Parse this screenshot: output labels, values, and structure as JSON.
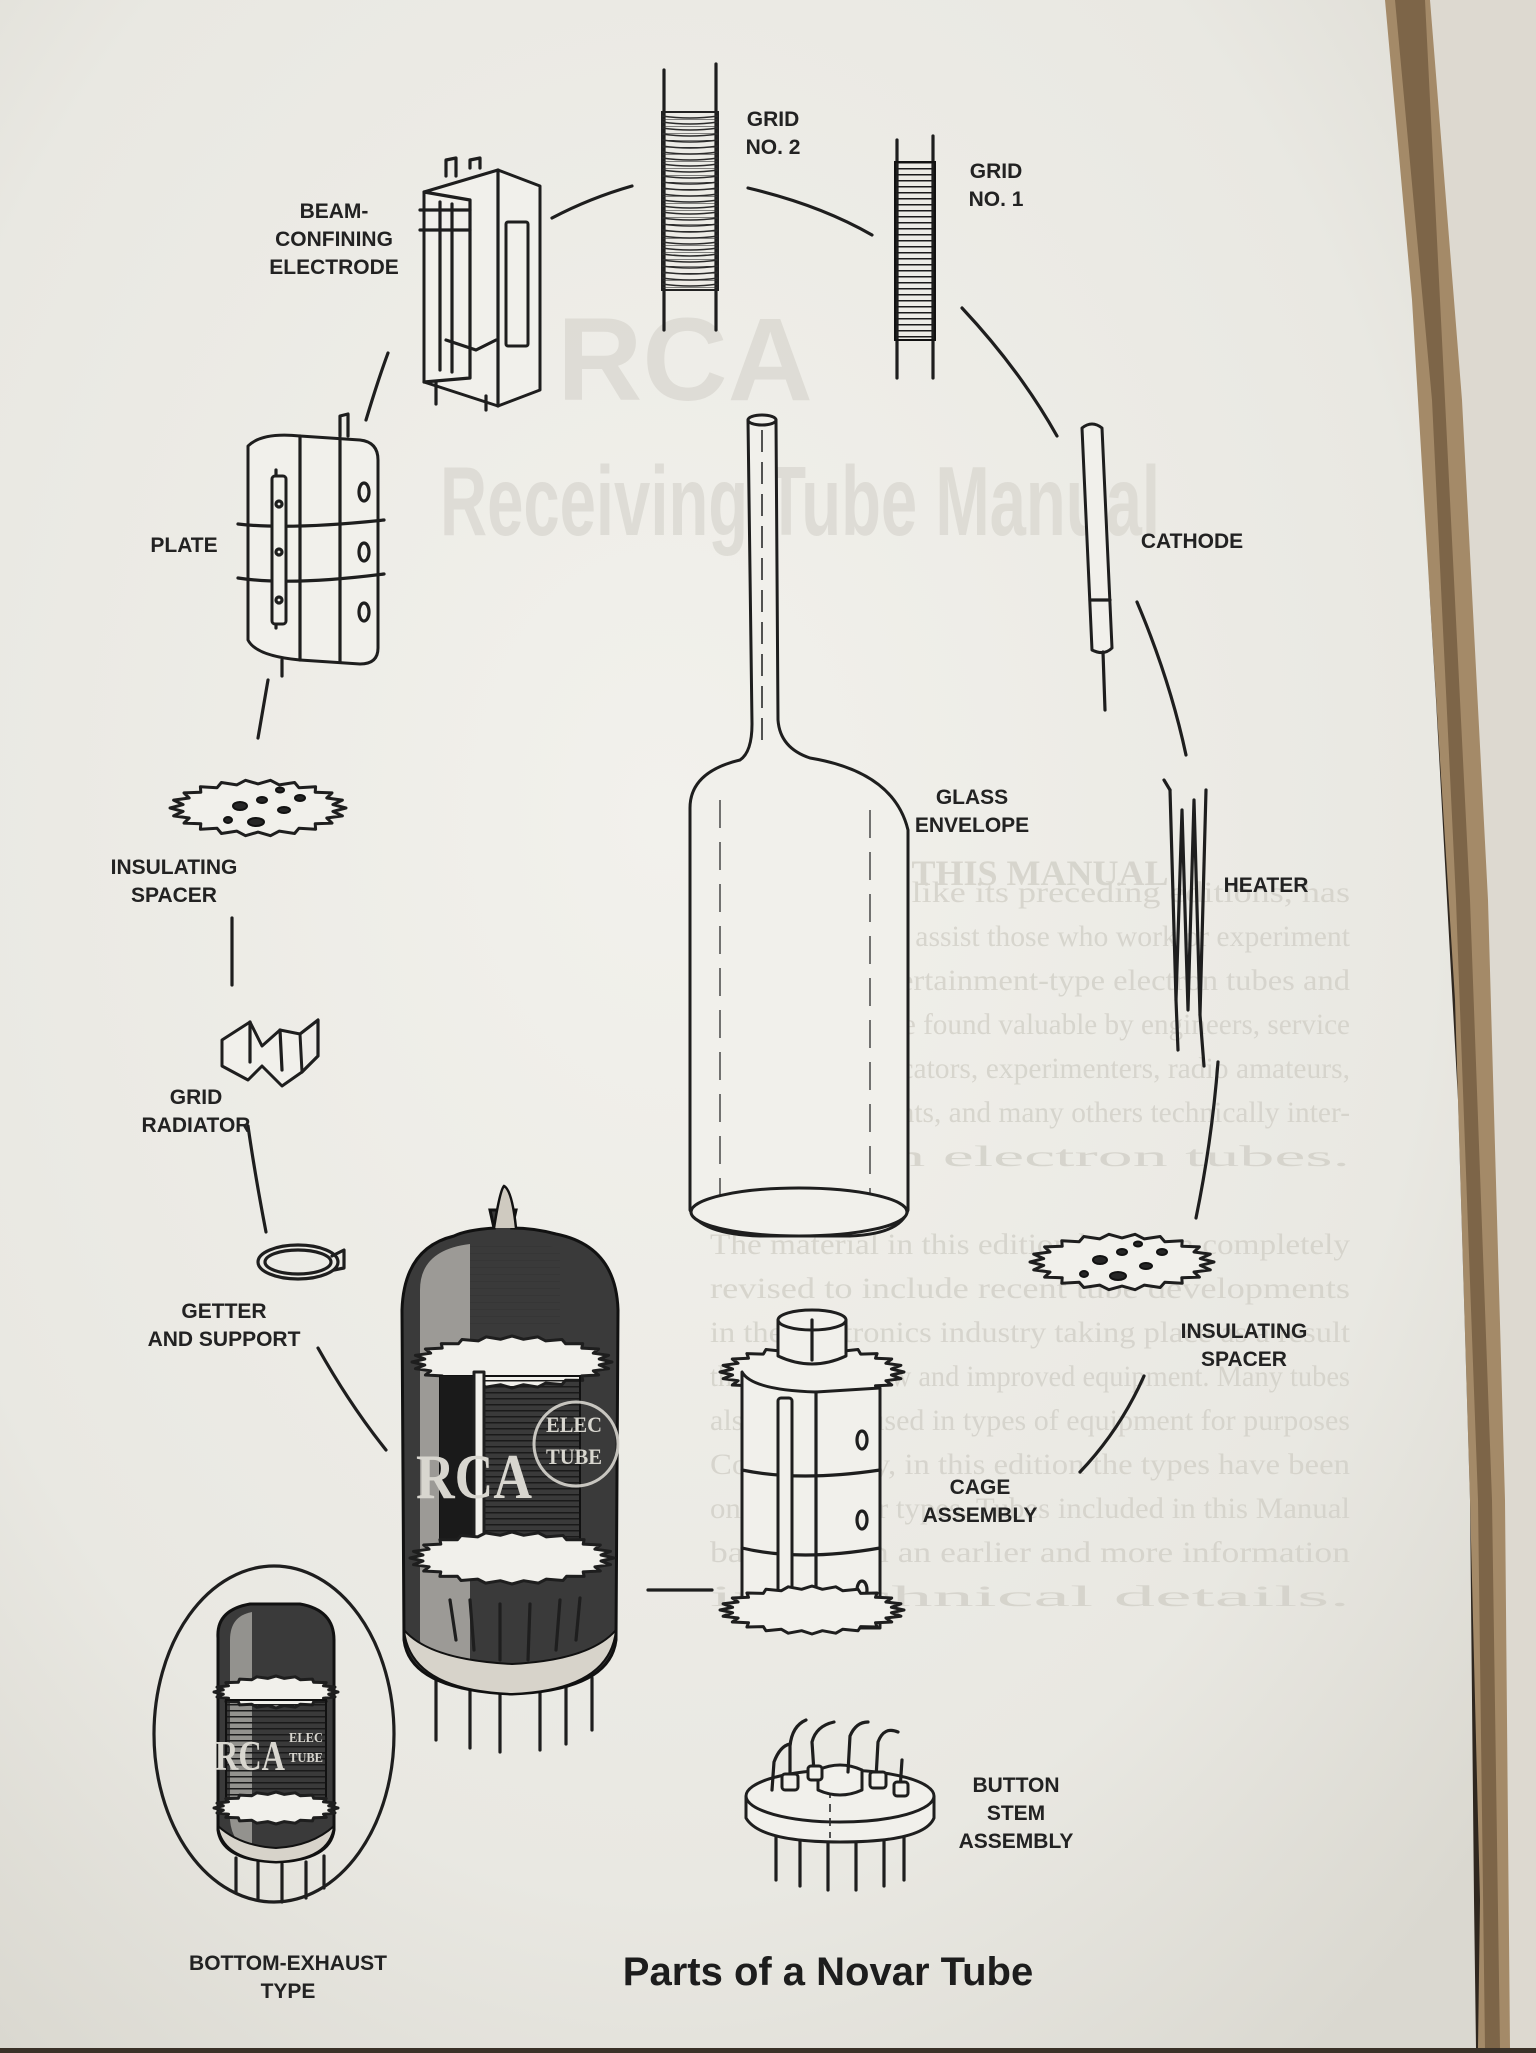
{
  "caption": "Parts of a Novar Tube",
  "labels": {
    "grid_no_2": "GRID\nNO. 2",
    "grid_no_1": "GRID\nNO. 1",
    "beam_confining_electrode": "BEAM-\nCONFINING\nELECTRODE",
    "plate": "PLATE",
    "cathode": "CATHODE",
    "glass_envelope": "GLASS\nENVELOPE",
    "heater": "HEATER",
    "insulating_spacer_left": "INSULATING\nSPACER",
    "insulating_spacer_right": "INSULATING\nSPACER",
    "grid_radiator": "GRID\nRADIATOR",
    "getter_and_support": "GETTER\nAND SUPPORT",
    "cage_assembly": "CAGE\nASSEMBLY",
    "button_stem_assembly": "BUTTON\nSTEM\nASSEMBLY",
    "bottom_exhaust_type": "BOTTOM-EXHAUST\nTYPE"
  },
  "tube_brand": {
    "logo": "RCA",
    "emblem_top": "ELEC",
    "emblem_bottom": "TUBE"
  },
  "show_through": {
    "title_line_1": "RCA",
    "title_line_2": "Receiving Tube Manual",
    "heading": "THIS MANUAL",
    "body_lines": [
      "This Manual, like its preceding editions, has",
      "been prepared to assist those who work or experiment",
      "with home-entertainment-type electron tubes and",
      "circuits. It will be found valuable by engineers, service",
      "technicians, educators, experimenters, radio amateurs,",
      "hobbyists, students, and many others technically inter-",
      "ested in electron tubes.",
      "",
      "The material in this edition has been completely",
      "revised to include recent tube developments",
      "in the electronics industry taking place as a result",
      "the design of new and improved equipment. Many tubes",
      "also are now used in types of equipment for purposes",
      "Consequently, in this edition the types have been",
      "on many other types. Tubes included in this Manual",
      "balance than an earlier and more information",
      "in technical details."
    ]
  },
  "colors": {
    "paper": "#ecebe6",
    "ink": "#1e1e1e",
    "show_through": "#d8d6cf",
    "cardboard": "#a48a68"
  }
}
